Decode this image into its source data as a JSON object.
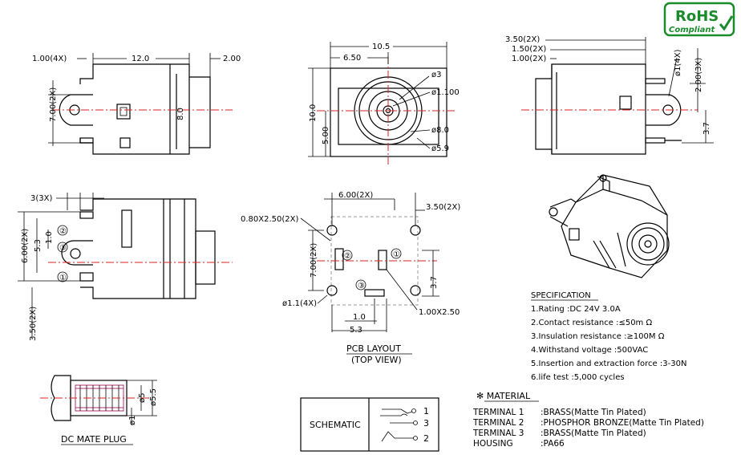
{
  "badge": {
    "line1": "RoHS",
    "line2": "Compliant",
    "color": "#1a8a2a"
  },
  "dims": {
    "side_a": {
      "d1": "1.00(4X)",
      "d2": "12.0",
      "d3": "2.00",
      "d4": "7.00(2X)",
      "d5": "8.0"
    },
    "front": {
      "d1": "10.5",
      "d2": "6.50",
      "d3": "10.0",
      "d4": "5.00",
      "d5": "ø3",
      "d6": "ø1.100",
      "d7": "ø8.0",
      "d8": "ø5.9"
    },
    "side_b": {
      "d1": "3.50(2X)",
      "d2": "1.50(2X)",
      "d3": "1.00(2X)",
      "d4": "ø1(4X)",
      "d5": "2.00(3X)",
      "d6": "3.7"
    },
    "side_c": {
      "d1": "3(3X)",
      "d2": "6.00(2X)",
      "d3": "5.3",
      "d4": "1.0",
      "d5": "3.50(2X)",
      "p1": "①",
      "p2": "②",
      "p3": "③"
    },
    "pcb": {
      "d1": "6.00(2X)",
      "d2": "3.50(2X)",
      "d3": "0.80X2.50(2X)",
      "d4": "7.00(2X)",
      "d5": "3.7",
      "d6": "ø1.1(4X)",
      "d7": "1.00X2.50",
      "d8": "1.0",
      "d9": "5.3",
      "p1": "①",
      "p2": "②",
      "p3": "③"
    },
    "plug": {
      "d1": "ø5",
      "d2": "ø5.5",
      "d3": "ø1"
    }
  },
  "captions": {
    "pcb_title": "PCB LAYOUT",
    "pcb_sub": "(TOP VIEW)",
    "plug_title": "DC MATE PLUG",
    "schematic": "SCHEMATIC",
    "sch_p1": "1",
    "sch_p2": "3",
    "sch_p3": "2"
  },
  "spec": {
    "title": "SPECIFICATION",
    "items": [
      "1.Rating  :DC 24V 3.0A",
      "2.Contact resistance :≤50m Ω",
      "3.Insulation resistance :≥100M Ω",
      "4.Withstand voltage :500VAC",
      "5.Insertion and extraction force :3-30N",
      "6.life test :5,000 cycles"
    ]
  },
  "material": {
    "title": "✻ MATERIAL",
    "rows": [
      {
        "term": "TERMINAL 1",
        "value": ":BRASS(Matte Tin Plated)"
      },
      {
        "term": "TERMINAL 2",
        "value": ":PHOSPHOR BRONZE(Matte Tin Plated)"
      },
      {
        "term": "TERMINAL 3",
        "value": ":BRASS(Matte Tin Plated)"
      },
      {
        "term": "HOUSING",
        "value": ":PA66"
      }
    ]
  }
}
